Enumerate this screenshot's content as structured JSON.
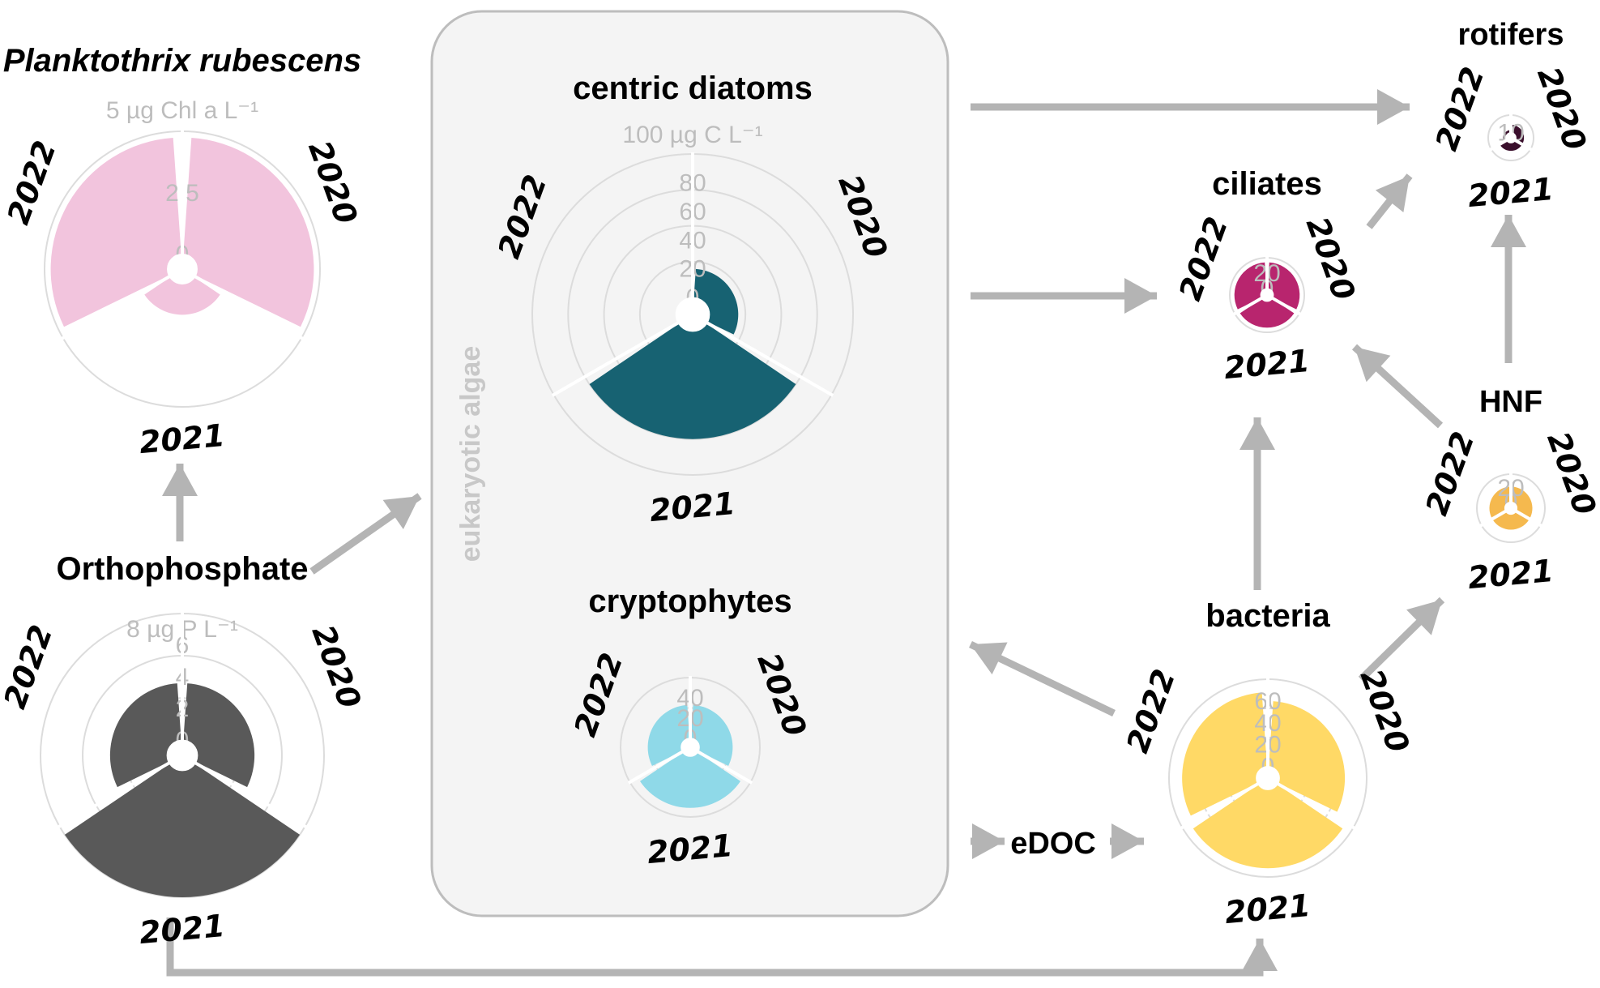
{
  "group_label": "eukaryotic algae",
  "years": [
    "2020",
    "2021",
    "2022"
  ],
  "nodes": [
    {
      "id": "planktothrix",
      "title": "Planktothrix rubescens",
      "italic": true,
      "unit": "5 µg Chl a L⁻¹",
      "ticks": [
        "2.5",
        "0"
      ],
      "color": "#f2c4dd",
      "values": {
        "2020": 0.95,
        "2021": 0.25,
        "2022": 0.95
      }
    },
    {
      "id": "orthophosphate",
      "title": "Orthophosphate",
      "italic": false,
      "unit": "8 µg P L⁻¹",
      "ticks": [
        "6",
        "4",
        "2",
        "0"
      ],
      "color": "#595959",
      "values": {
        "2020": 0.45,
        "2021": 1.0,
        "2022": 0.45
      }
    },
    {
      "id": "centric-diatoms",
      "title": "centric diatoms",
      "italic": false,
      "unit": "100 µg C L⁻¹",
      "ticks": [
        "80",
        "60",
        "40",
        "20",
        "0"
      ],
      "color": "#176272",
      "values": {
        "2020": 0.2,
        "2021": 0.75,
        "2022": 0.0
      }
    },
    {
      "id": "cryptophytes",
      "title": "cryptophytes",
      "italic": false,
      "unit": "",
      "ticks": [
        "40",
        "20",
        "0"
      ],
      "color": "#8fd9e8",
      "values": {
        "2020": 0.55,
        "2021": 0.85,
        "2022": 0.55
      }
    },
    {
      "id": "ciliates",
      "title": "ciliates",
      "italic": false,
      "unit": "",
      "ticks": [
        "20",
        "0"
      ],
      "color": "#b8256e",
      "values": {
        "2020": 0.85,
        "2021": 0.85,
        "2022": 0.85
      }
    },
    {
      "id": "rotifers",
      "title": "rotifers",
      "italic": false,
      "unit": "",
      "ticks": [
        "10"
      ],
      "color": "#3a0f2c",
      "values": {
        "2020": 0.45,
        "2021": 0.45,
        "2022": 0.15
      }
    },
    {
      "id": "hnf",
      "title": "HNF",
      "italic": false,
      "unit": "",
      "ticks": [
        "20",
        "0"
      ],
      "color": "#f5b94e",
      "values": {
        "2020": 0.55,
        "2021": 0.55,
        "2022": 0.55
      }
    },
    {
      "id": "bacteria",
      "title": "bacteria",
      "italic": false,
      "unit": "",
      "ticks": [
        "60",
        "40",
        "20",
        "0"
      ],
      "color": "#ffd966",
      "values": {
        "2020": 0.75,
        "2021": 0.9,
        "2022": 0.85
      }
    }
  ],
  "edoc_label": "eDOC"
}
